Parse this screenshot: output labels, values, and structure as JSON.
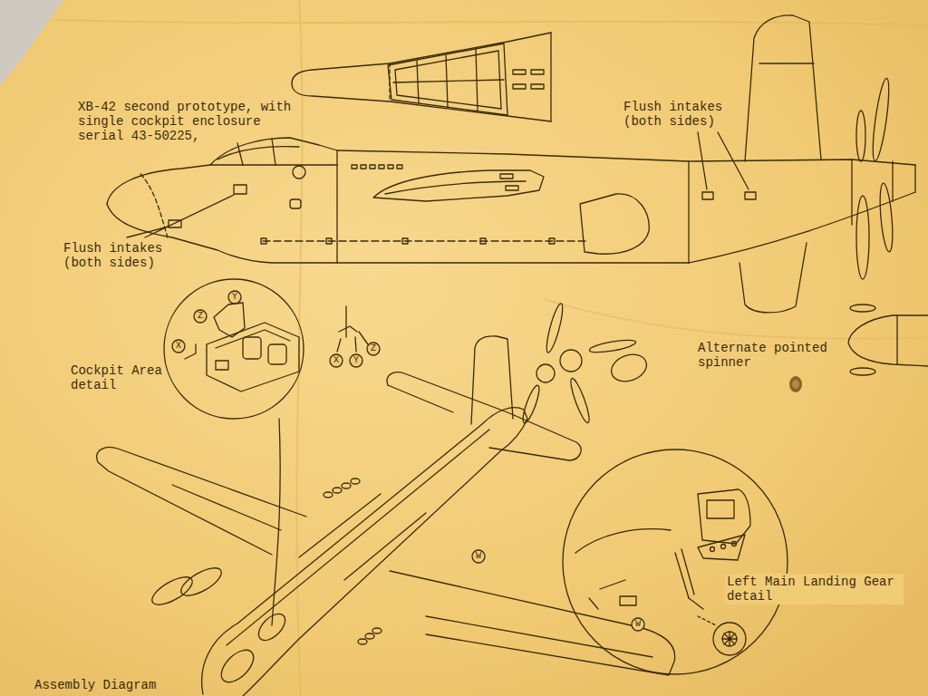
{
  "diagram": {
    "nodes": [
      {
        "text": [
          "Cockpit Area detail"
        ]
      },
      {
        "text": [
          "Z"
        ],
        "in": 0
      },
      {
        "text": [
          "Y"
        ],
        "in": 0
      },
      {
        "text": [
          "X"
        ],
        "in": 0
      },
      {
        "text": [
          "X"
        ]
      },
      {
        "text": [
          "Y"
        ]
      },
      {
        "text": [
          "Z"
        ]
      },
      {
        "text": [
          "W"
        ]
      },
      {
        "text": [
          "Left Main Landing Gear detail"
        ]
      },
      {
        "text": [
          "W"
        ],
        "in": 8
      }
    ],
    "labels": [
      "XB-42 second prototype, with single cockpit enclosure serial 43-50225,",
      "Flush intakes (both sides)",
      "Flush intakes (both sides)",
      "Alternate pointed spinner",
      "Assembly Diagram"
    ]
  }
}
